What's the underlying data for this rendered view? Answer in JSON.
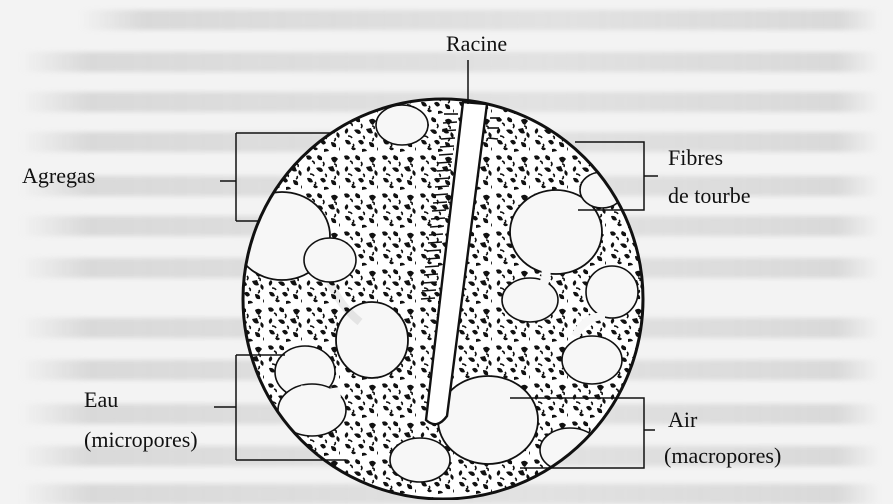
{
  "labels": {
    "root": "Racine",
    "aggregates": "Agregas",
    "peat_fibers_line1": "Fibres",
    "peat_fibers_line2": "de tourbe",
    "water_line1": "Eau",
    "water_line2": "(micropores)",
    "air_line1": "Air",
    "air_line2": "(macropores)"
  },
  "colors": {
    "ink": "#111111",
    "paper": "#f3f3f3",
    "pore": "#f7f7f7"
  }
}
